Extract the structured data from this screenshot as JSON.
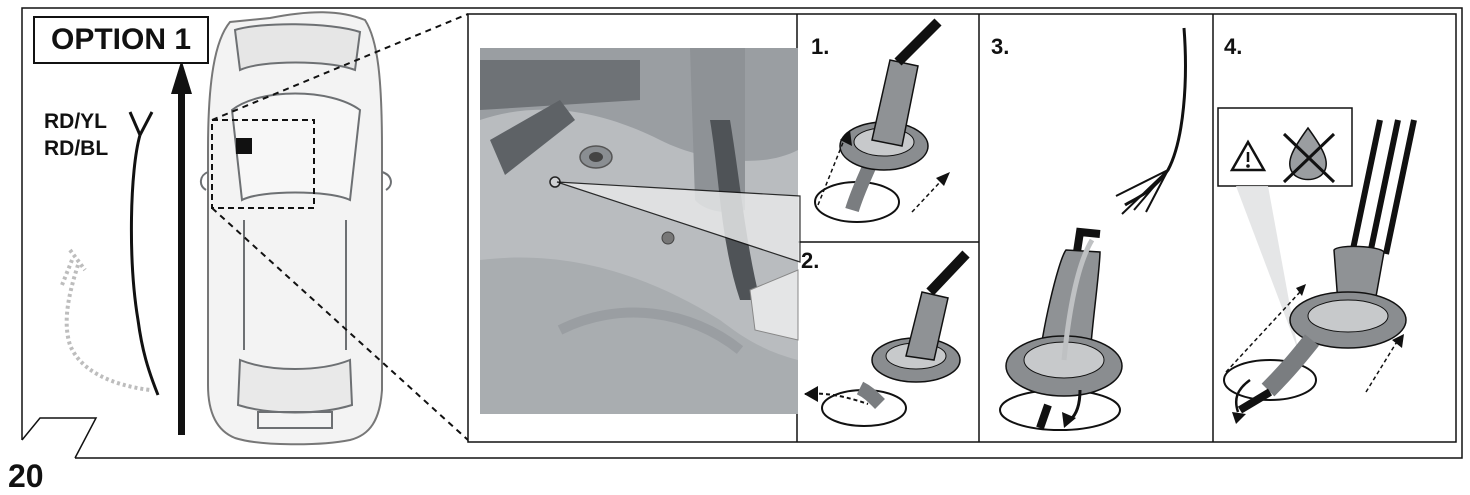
{
  "option_label": "OPTION 1",
  "wires": {
    "label_1": "RD/YL",
    "label_2": "RD/BL"
  },
  "steps": [
    "1.",
    "2.",
    "3.",
    "4."
  ],
  "page_number": "20",
  "icons": {
    "warning": "warning-triangle-icon",
    "no_liquid": "no-liquid-icon"
  },
  "colors": {
    "line": "#111111",
    "photo_bg": "#b9bcbf",
    "photo_dark": "#5e6266",
    "grommet": "#8a8d90",
    "grommet_light": "#c7c9cb"
  }
}
